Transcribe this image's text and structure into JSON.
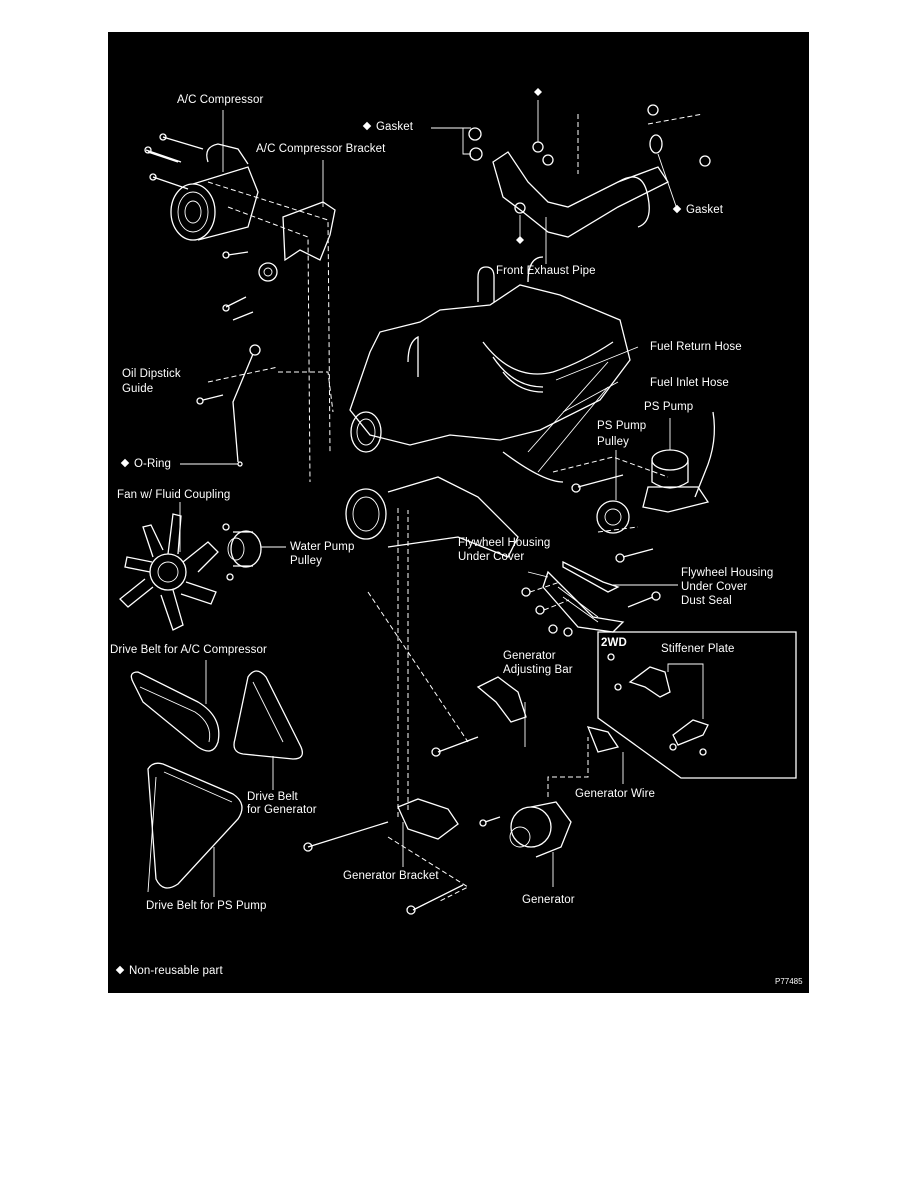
{
  "diagram": {
    "title": "Engine accessories exploded view",
    "figure_code": "P77485",
    "legend": {
      "symbol": "diamond",
      "text": "Non-reusable part"
    },
    "colors": {
      "background": "#000000",
      "line": "#ffffff",
      "page": "#ffffff"
    },
    "labels": {
      "ac_compressor": "A/C Compressor",
      "ac_compressor_bracket": "A/C Compressor Bracket",
      "gasket_left": "Gasket",
      "gasket_right": "Gasket",
      "front_exhaust_pipe": "Front Exhaust Pipe",
      "fuel_return_hose": "Fuel Return Hose",
      "fuel_inlet_hose": "Fuel Inlet Hose",
      "ps_pump": "PS Pump",
      "ps_pump_pulley_1": "PS Pump",
      "ps_pump_pulley_2": "Pulley",
      "oil_dipstick_guide_1": "Oil Dipstick",
      "oil_dipstick_guide_2": "Guide",
      "o_ring": "O-Ring",
      "fan_fluid_coupling": "Fan w/ Fluid Coupling",
      "water_pump_pulley_1": "Water Pump",
      "water_pump_pulley_2": "Pulley",
      "flywheel_under_cover_1": "Flywheel Housing",
      "flywheel_under_cover_2": "Under Cover",
      "flywheel_dust_seal_1": "Flywheel Housing",
      "flywheel_dust_seal_2": "Under Cover",
      "flywheel_dust_seal_3": "Dust Seal",
      "inset_tag": "2WD",
      "stiffener_plate": "Stiffener Plate",
      "drive_belt_ac": "Drive Belt for A/C Compressor",
      "drive_belt_gen_1": "Drive Belt",
      "drive_belt_gen_2": "for Generator",
      "drive_belt_ps": "Drive Belt for PS Pump",
      "generator_adjusting_bar_1": "Generator",
      "generator_adjusting_bar_2": "Adjusting Bar",
      "generator_wire": "Generator Wire",
      "generator_bracket": "Generator Bracket",
      "generator": "Generator"
    }
  }
}
